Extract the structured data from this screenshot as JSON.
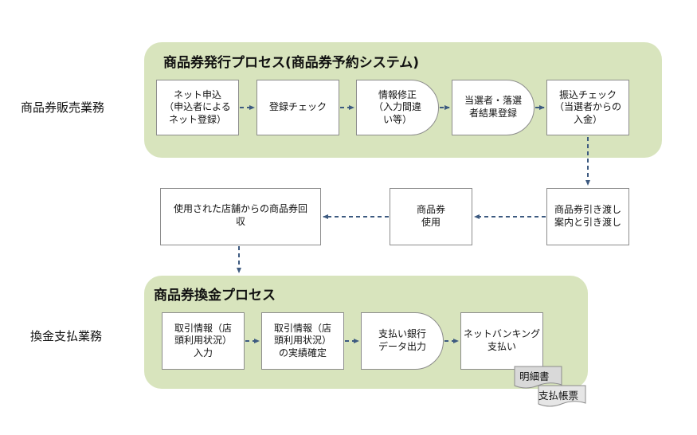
{
  "lanes": {
    "issue": {
      "title": "商品券発行プロセス(商品券予約システム)",
      "side_label": "商品券販売業務"
    },
    "exchange": {
      "title": "商品券換金プロセス",
      "side_label": "換金支払業務"
    }
  },
  "steps": {
    "net_apply": "ネット申込\n（申込者による\nネット登録）",
    "reg_check": "登録チェック",
    "info_fix": "情報修正\n（入力間違\nい等）",
    "winner_reg": "当選者・落選\n者結果登録",
    "transfer_check": "振込チェック\n（当選者からの\n入金）",
    "deliver": "商品券引き渡し\n案内と引き渡し",
    "use": "商品券\n使用",
    "collect": "使用された店舗からの商品券回\n収",
    "txn_input": "取引情報（店\n頭利用状況）\n入力",
    "txn_confirm": "取引情報（店\n頭利用状況）\nの実績確定",
    "pay_data": "支払い銀行\nデータ出力",
    "net_banking": "ネットバンキング\n支払い"
  },
  "documents": {
    "statement": "明細書",
    "payment_slip": "支払帳票"
  },
  "colors": {
    "lane_fill": "#d8e4bd",
    "connector": "#3d5a80",
    "box_border": "#8c8c8c"
  }
}
